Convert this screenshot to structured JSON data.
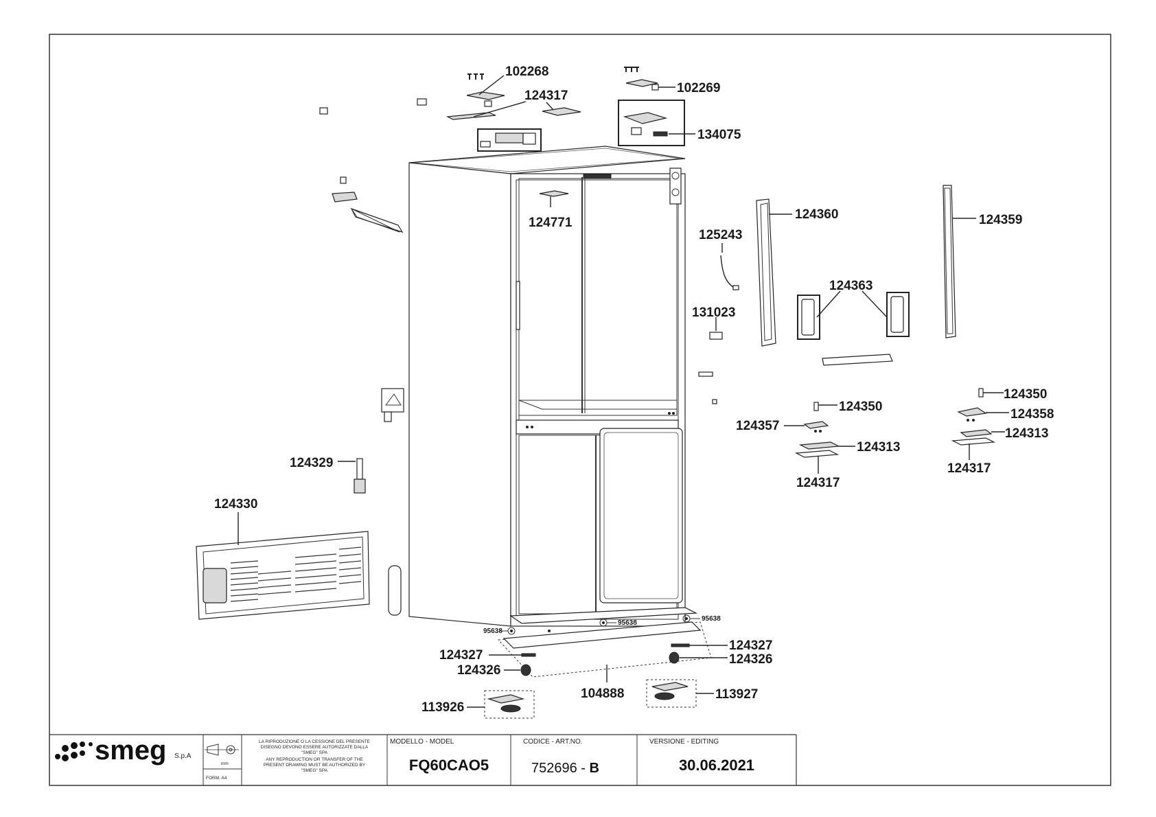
{
  "parts": [
    {
      "id": "102268"
    },
    {
      "id": "124317"
    },
    {
      "id": "102269"
    },
    {
      "id": "134075"
    },
    {
      "id": "124771"
    },
    {
      "id": "124360"
    },
    {
      "id": "124359"
    },
    {
      "id": "125243"
    },
    {
      "id": "124363"
    },
    {
      "id": "131023"
    },
    {
      "id": "124350"
    },
    {
      "id": "124358"
    },
    {
      "id": "124313"
    },
    {
      "id": "124357"
    },
    {
      "id": "124329"
    },
    {
      "id": "124330"
    },
    {
      "id": "95638"
    },
    {
      "id": "124327"
    },
    {
      "id": "124326"
    },
    {
      "id": "104888"
    },
    {
      "id": "113926"
    },
    {
      "id": "113927"
    }
  ],
  "labels": {
    "p102268": "102268",
    "p124317_top": "124317",
    "p102269": "102269",
    "p134075": "134075",
    "p124771": "124771",
    "p124360": "124360",
    "p124359": "124359",
    "p125243": "125243",
    "p124363": "124363",
    "p131023": "131023",
    "p124350_a": "124350",
    "p124350_b": "124350",
    "p124358": "124358",
    "p124313_a": "124313",
    "p124313_b": "124313",
    "p124357": "124357",
    "p124317_a": "124317",
    "p124317_b": "124317",
    "p124329": "124329",
    "p124330": "124330",
    "p95638_a": "95638",
    "p95638_b": "95638",
    "p95638_c": "95638",
    "p124327_a": "124327",
    "p124327_b": "124327",
    "p124326_a": "124326",
    "p124326_b": "124326",
    "p104888": "104888",
    "p113926": "113926",
    "p113927": "113927"
  },
  "title_block": {
    "brand": "smeg",
    "brand_suffix": "S.p.A",
    "unit": "mm",
    "format": "FORM. A4",
    "notice_it": [
      "LA RIPRODUZIONE O LA CESSIONE DEL PRESENTE",
      "DISEGNO DEVONO ESSERE AUTORIZZATE DALLA",
      "\"SMEG\" SPA"
    ],
    "notice_en": [
      "ANY REPRODUCTION OR TRANSFER OF THE",
      "PRESENT DRAWING MUST BE AUTHORIZED BY",
      "\"SMEG\" SPA"
    ],
    "model_header": "MODELLO - MODEL",
    "model_value": "FQ60CAO5",
    "code_header": "CODICE - ART.NO.",
    "code_value": "752696 - ",
    "code_rev": "B",
    "version_header": "VERSIONE - EDITING",
    "version_value": "30.06.2021"
  },
  "colors": {
    "line": "#222222",
    "fill": "#ffffff",
    "accent": "#d9d9d9"
  }
}
